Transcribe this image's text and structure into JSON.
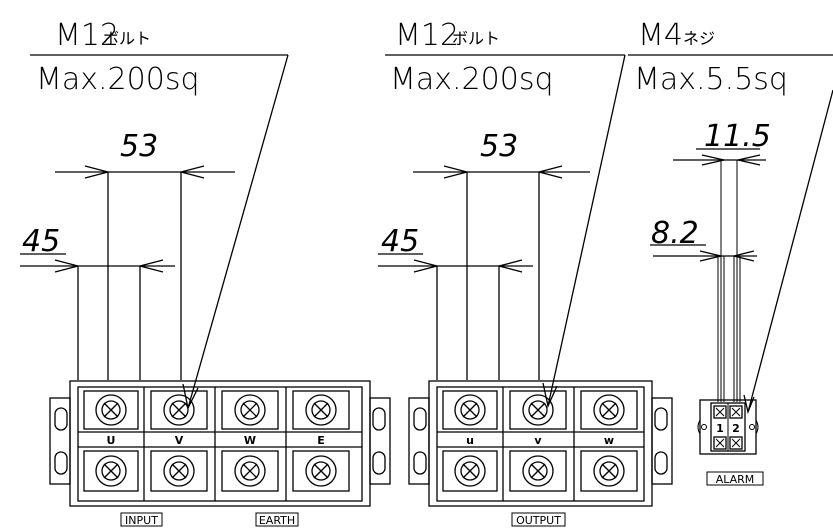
{
  "callouts": [
    {
      "spec": "M12",
      "kind": "ボルト",
      "cable": "Max.200sq"
    },
    {
      "spec": "M12",
      "kind": "ボルト",
      "cable": "Max.200sq"
    },
    {
      "spec": "M4",
      "kind": "ネジ",
      "cable": "Max.5.5sq"
    }
  ],
  "dimensions": {
    "input_pitch": "53",
    "input_gap": "45",
    "output_pitch": "53",
    "output_gap": "45",
    "alarm_pitch": "11.5",
    "alarm_gap": "8.2"
  },
  "input_block": {
    "phases": [
      "U",
      "V",
      "W",
      "E"
    ],
    "labels": [
      "INPUT",
      "EARTH"
    ]
  },
  "output_block": {
    "phases": [
      "u",
      "v",
      "w"
    ],
    "label": "OUTPUT"
  },
  "alarm_block": {
    "terminals": [
      "1",
      "2"
    ],
    "label": "ALARM"
  }
}
